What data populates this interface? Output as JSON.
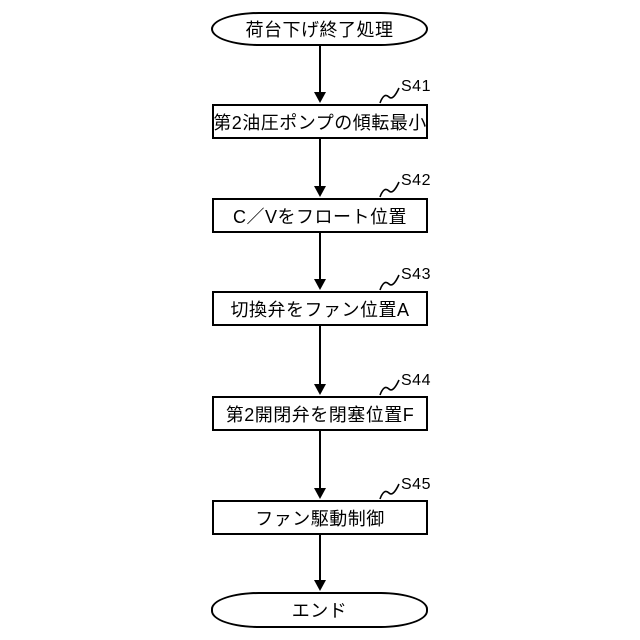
{
  "figure": {
    "type": "flowchart",
    "background_color": "#ffffff",
    "line_color": "#000000",
    "node_fill_color": "#ffffff",
    "nodes": [
      {
        "id": "start",
        "type": "terminal",
        "label": "荷台下げ終了処理"
      },
      {
        "id": "s41",
        "type": "process",
        "step": "S41",
        "label": "第2油圧ポンプの傾転最小"
      },
      {
        "id": "s42",
        "type": "process",
        "step": "S42",
        "label": "C／Vをフロート位置"
      },
      {
        "id": "s43",
        "type": "process",
        "step": "S43",
        "label": "切換弁をファン位置A"
      },
      {
        "id": "s44",
        "type": "process",
        "step": "S44",
        "label": "第2開閉弁を閉塞位置F"
      },
      {
        "id": "s45",
        "type": "process",
        "step": "S45",
        "label": "ファン駆動制御"
      },
      {
        "id": "end",
        "type": "terminal",
        "label": "エンド"
      }
    ],
    "edges": [
      {
        "from": "start",
        "to": "s41"
      },
      {
        "from": "s41",
        "to": "s42"
      },
      {
        "from": "s42",
        "to": "s43"
      },
      {
        "from": "s43",
        "to": "s44"
      },
      {
        "from": "s44",
        "to": "s45"
      },
      {
        "from": "s45",
        "to": "end"
      }
    ]
  }
}
